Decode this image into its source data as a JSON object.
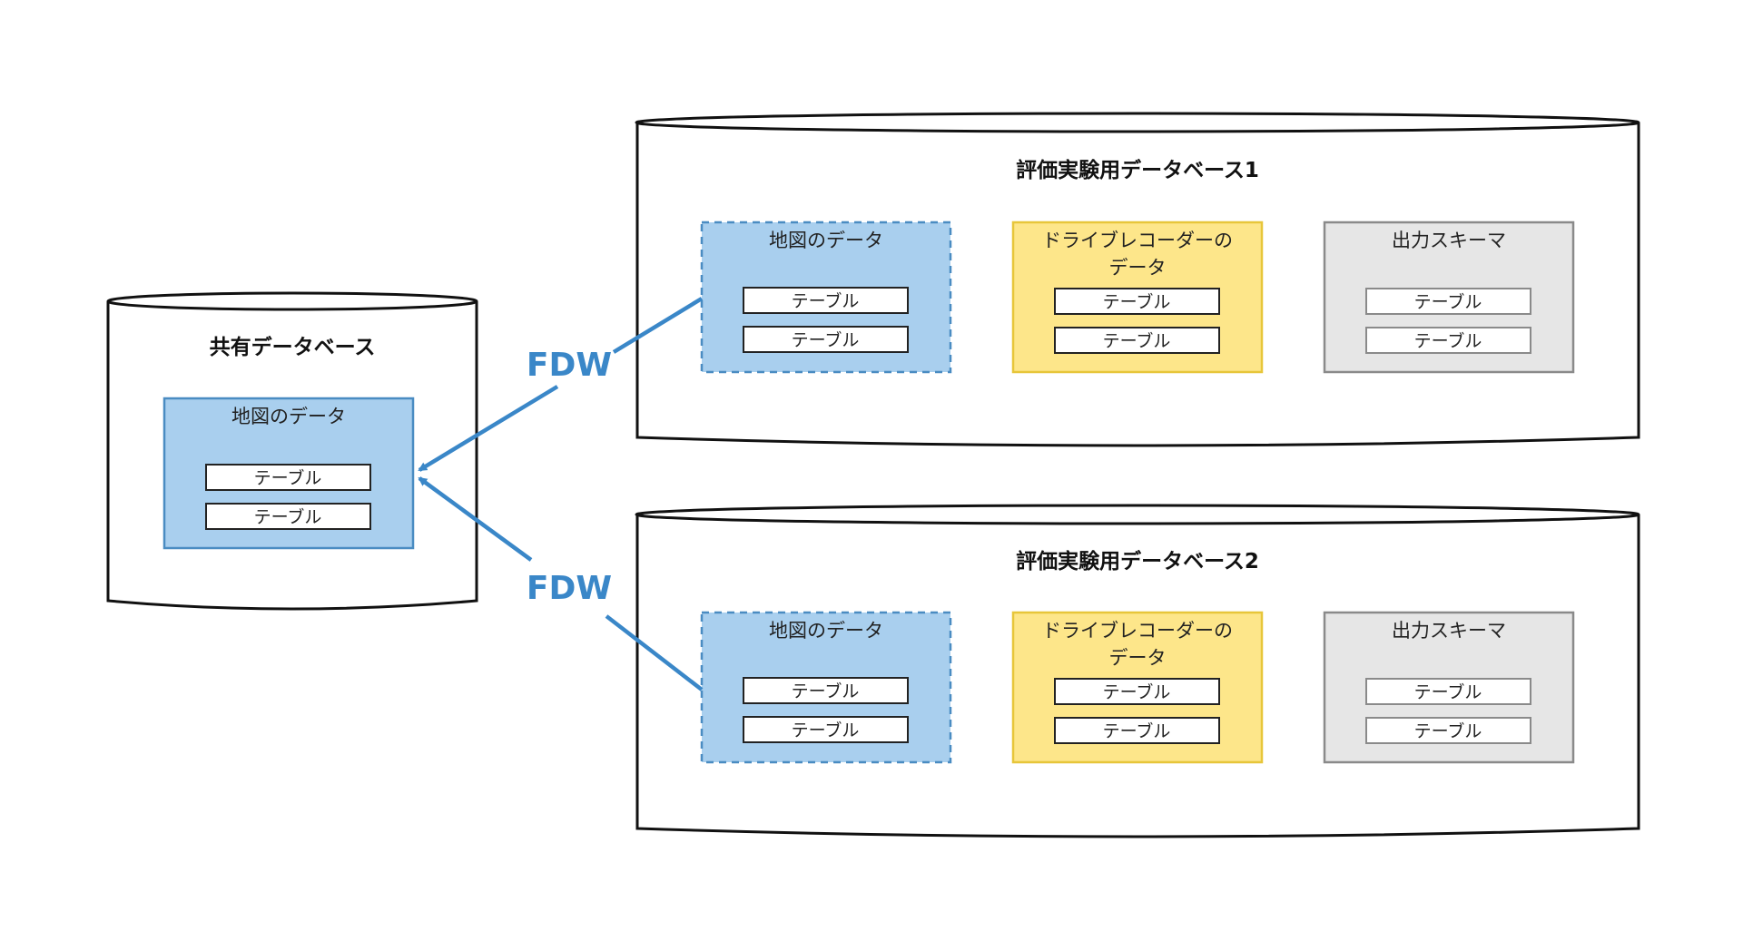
{
  "colors": {
    "arrow": "#3a87c8",
    "map_fill": "#a9cfee",
    "map_border": "#4a8cc2",
    "drive_fill": "#fde68a",
    "drive_border": "#e7c63a",
    "output_fill": "#e6e6e6",
    "output_border": "#8a8a8a",
    "db_stroke": "#111111"
  },
  "shared_db": {
    "title": "共有データベース",
    "schema": {
      "label": "地図のデータ",
      "tables": [
        "テーブル",
        "テーブル"
      ]
    }
  },
  "eval_dbs": [
    {
      "title": "評価実験用データベース1",
      "schemas": [
        {
          "kind": "map",
          "label_lines": [
            "地図のデータ"
          ],
          "tables": [
            "テーブル",
            "テーブル"
          ]
        },
        {
          "kind": "drive",
          "label_lines": [
            "ドライブレコーダーの",
            "データ"
          ],
          "tables": [
            "テーブル",
            "テーブル"
          ]
        },
        {
          "kind": "output",
          "label_lines": [
            "出力スキーマ"
          ],
          "tables": [
            "テーブル",
            "テーブル"
          ]
        }
      ]
    },
    {
      "title": "評価実験用データベース2",
      "schemas": [
        {
          "kind": "map",
          "label_lines": [
            "地図のデータ"
          ],
          "tables": [
            "テーブル",
            "テーブル"
          ]
        },
        {
          "kind": "drive",
          "label_lines": [
            "ドライブレコーダーの",
            "データ"
          ],
          "tables": [
            "テーブル",
            "テーブル"
          ]
        },
        {
          "kind": "output",
          "label_lines": [
            "出力スキーマ"
          ],
          "tables": [
            "テーブル",
            "テーブル"
          ]
        }
      ]
    }
  ],
  "links": [
    {
      "label": "FDW",
      "from": "評価実験用データベース1 / 地図のデータ",
      "to": "共有データベース / 地図のデータ"
    },
    {
      "label": "FDW",
      "from": "評価実験用データベース2 / 地図のデータ",
      "to": "共有データベース / 地図のデータ"
    }
  ]
}
